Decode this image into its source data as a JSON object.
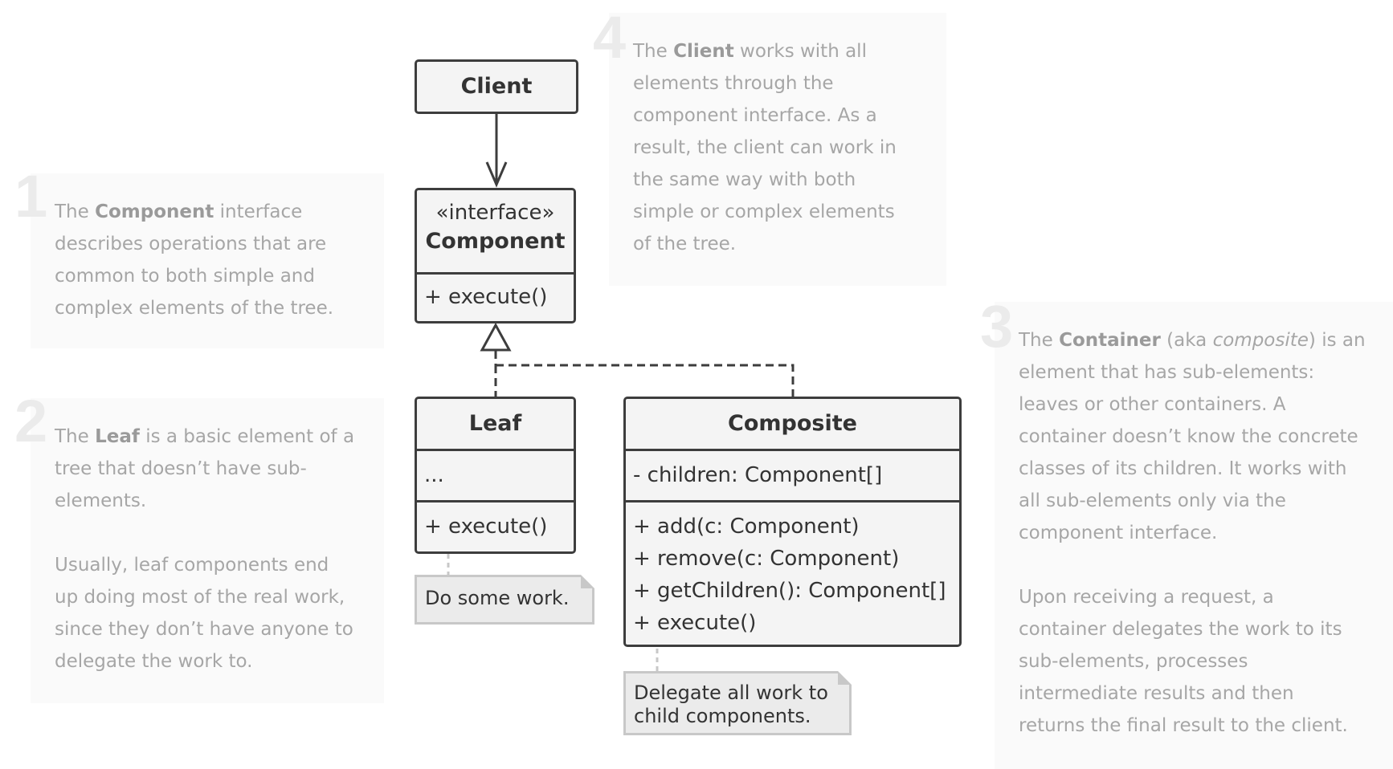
{
  "notes": [
    {
      "number": "1",
      "lines": [
        [
          {
            "t": "The "
          },
          {
            "t": "Component",
            "b": true
          },
          {
            "t": " interface"
          }
        ],
        [
          {
            "t": "describes operations that are"
          }
        ],
        [
          {
            "t": "common to both simple and"
          }
        ],
        [
          {
            "t": "complex elements of the tree."
          }
        ]
      ]
    },
    {
      "number": "2",
      "lines": [
        [
          {
            "t": "The "
          },
          {
            "t": "Leaf",
            "b": true
          },
          {
            "t": " is a basic element of a"
          }
        ],
        [
          {
            "t": "tree that doesn’t have sub-"
          }
        ],
        [
          {
            "t": "elements."
          }
        ]
      ],
      "lines2": [
        [
          {
            "t": "Usually, leaf components end"
          }
        ],
        [
          {
            "t": "up doing most of the real work,"
          }
        ],
        [
          {
            "t": "since they don’t have anyone to"
          }
        ],
        [
          {
            "t": "delegate the work to."
          }
        ]
      ]
    },
    {
      "number": "3",
      "lines": [
        [
          {
            "t": "The "
          },
          {
            "t": "Container",
            "b": true
          },
          {
            "t": " (aka "
          },
          {
            "t": "composite",
            "i": true
          },
          {
            "t": ") is an"
          }
        ],
        [
          {
            "t": "element that has sub-elements:"
          }
        ],
        [
          {
            "t": "leaves or other containers. A"
          }
        ],
        [
          {
            "t": "container doesn’t know the concrete"
          }
        ],
        [
          {
            "t": "classes of its children. It works with"
          }
        ],
        [
          {
            "t": "all sub-elements only via the"
          }
        ],
        [
          {
            "t": "component interface."
          }
        ]
      ],
      "lines2": [
        [
          {
            "t": "Upon receiving a request, a"
          }
        ],
        [
          {
            "t": "container delegates the work to its"
          }
        ],
        [
          {
            "t": "sub-elements, processes"
          }
        ],
        [
          {
            "t": "intermediate results and then"
          }
        ],
        [
          {
            "t": "returns the final result to the client."
          }
        ]
      ]
    },
    {
      "number": "4",
      "lines": [
        [
          {
            "t": "The "
          },
          {
            "t": "Client",
            "b": true
          },
          {
            "t": " works with all"
          }
        ],
        [
          {
            "t": "elements through the"
          }
        ],
        [
          {
            "t": "component interface. As a"
          }
        ],
        [
          {
            "t": "result, the client can work in"
          }
        ],
        [
          {
            "t": "the same way with both"
          }
        ],
        [
          {
            "t": "simple or complex elements"
          }
        ],
        [
          {
            "t": "of the tree."
          }
        ]
      ]
    }
  ],
  "classes": {
    "client": {
      "name": "Client"
    },
    "component": {
      "stereotype": "«interface»",
      "name": "Component",
      "methods": [
        "+ execute()"
      ]
    },
    "leaf": {
      "name": "Leaf",
      "fields": [
        "..."
      ],
      "methods": [
        "+ execute()"
      ]
    },
    "composite": {
      "name": "Composite",
      "fields": [
        "- children: Component[]"
      ],
      "methods": [
        "+ add(c: Component)",
        "+ remove(c: Component)",
        "+ getChildren(): Component[]",
        "+ execute()"
      ]
    }
  },
  "memos": {
    "leaf": [
      "Do some work."
    ],
    "composite": [
      "Delegate all work to",
      "child components."
    ]
  },
  "relations": [
    {
      "from": "Client",
      "to": "Component",
      "kind": "association"
    },
    {
      "from": "Leaf",
      "to": "Component",
      "kind": "realization"
    },
    {
      "from": "Composite",
      "to": "Component",
      "kind": "realization"
    }
  ],
  "colors": {
    "border": "#3d3d3d",
    "box_fill": "#f4f4f4",
    "note_text": "#a6a6a6",
    "note_number": "#ebebeb",
    "memo_fill": "#ebebeb"
  }
}
